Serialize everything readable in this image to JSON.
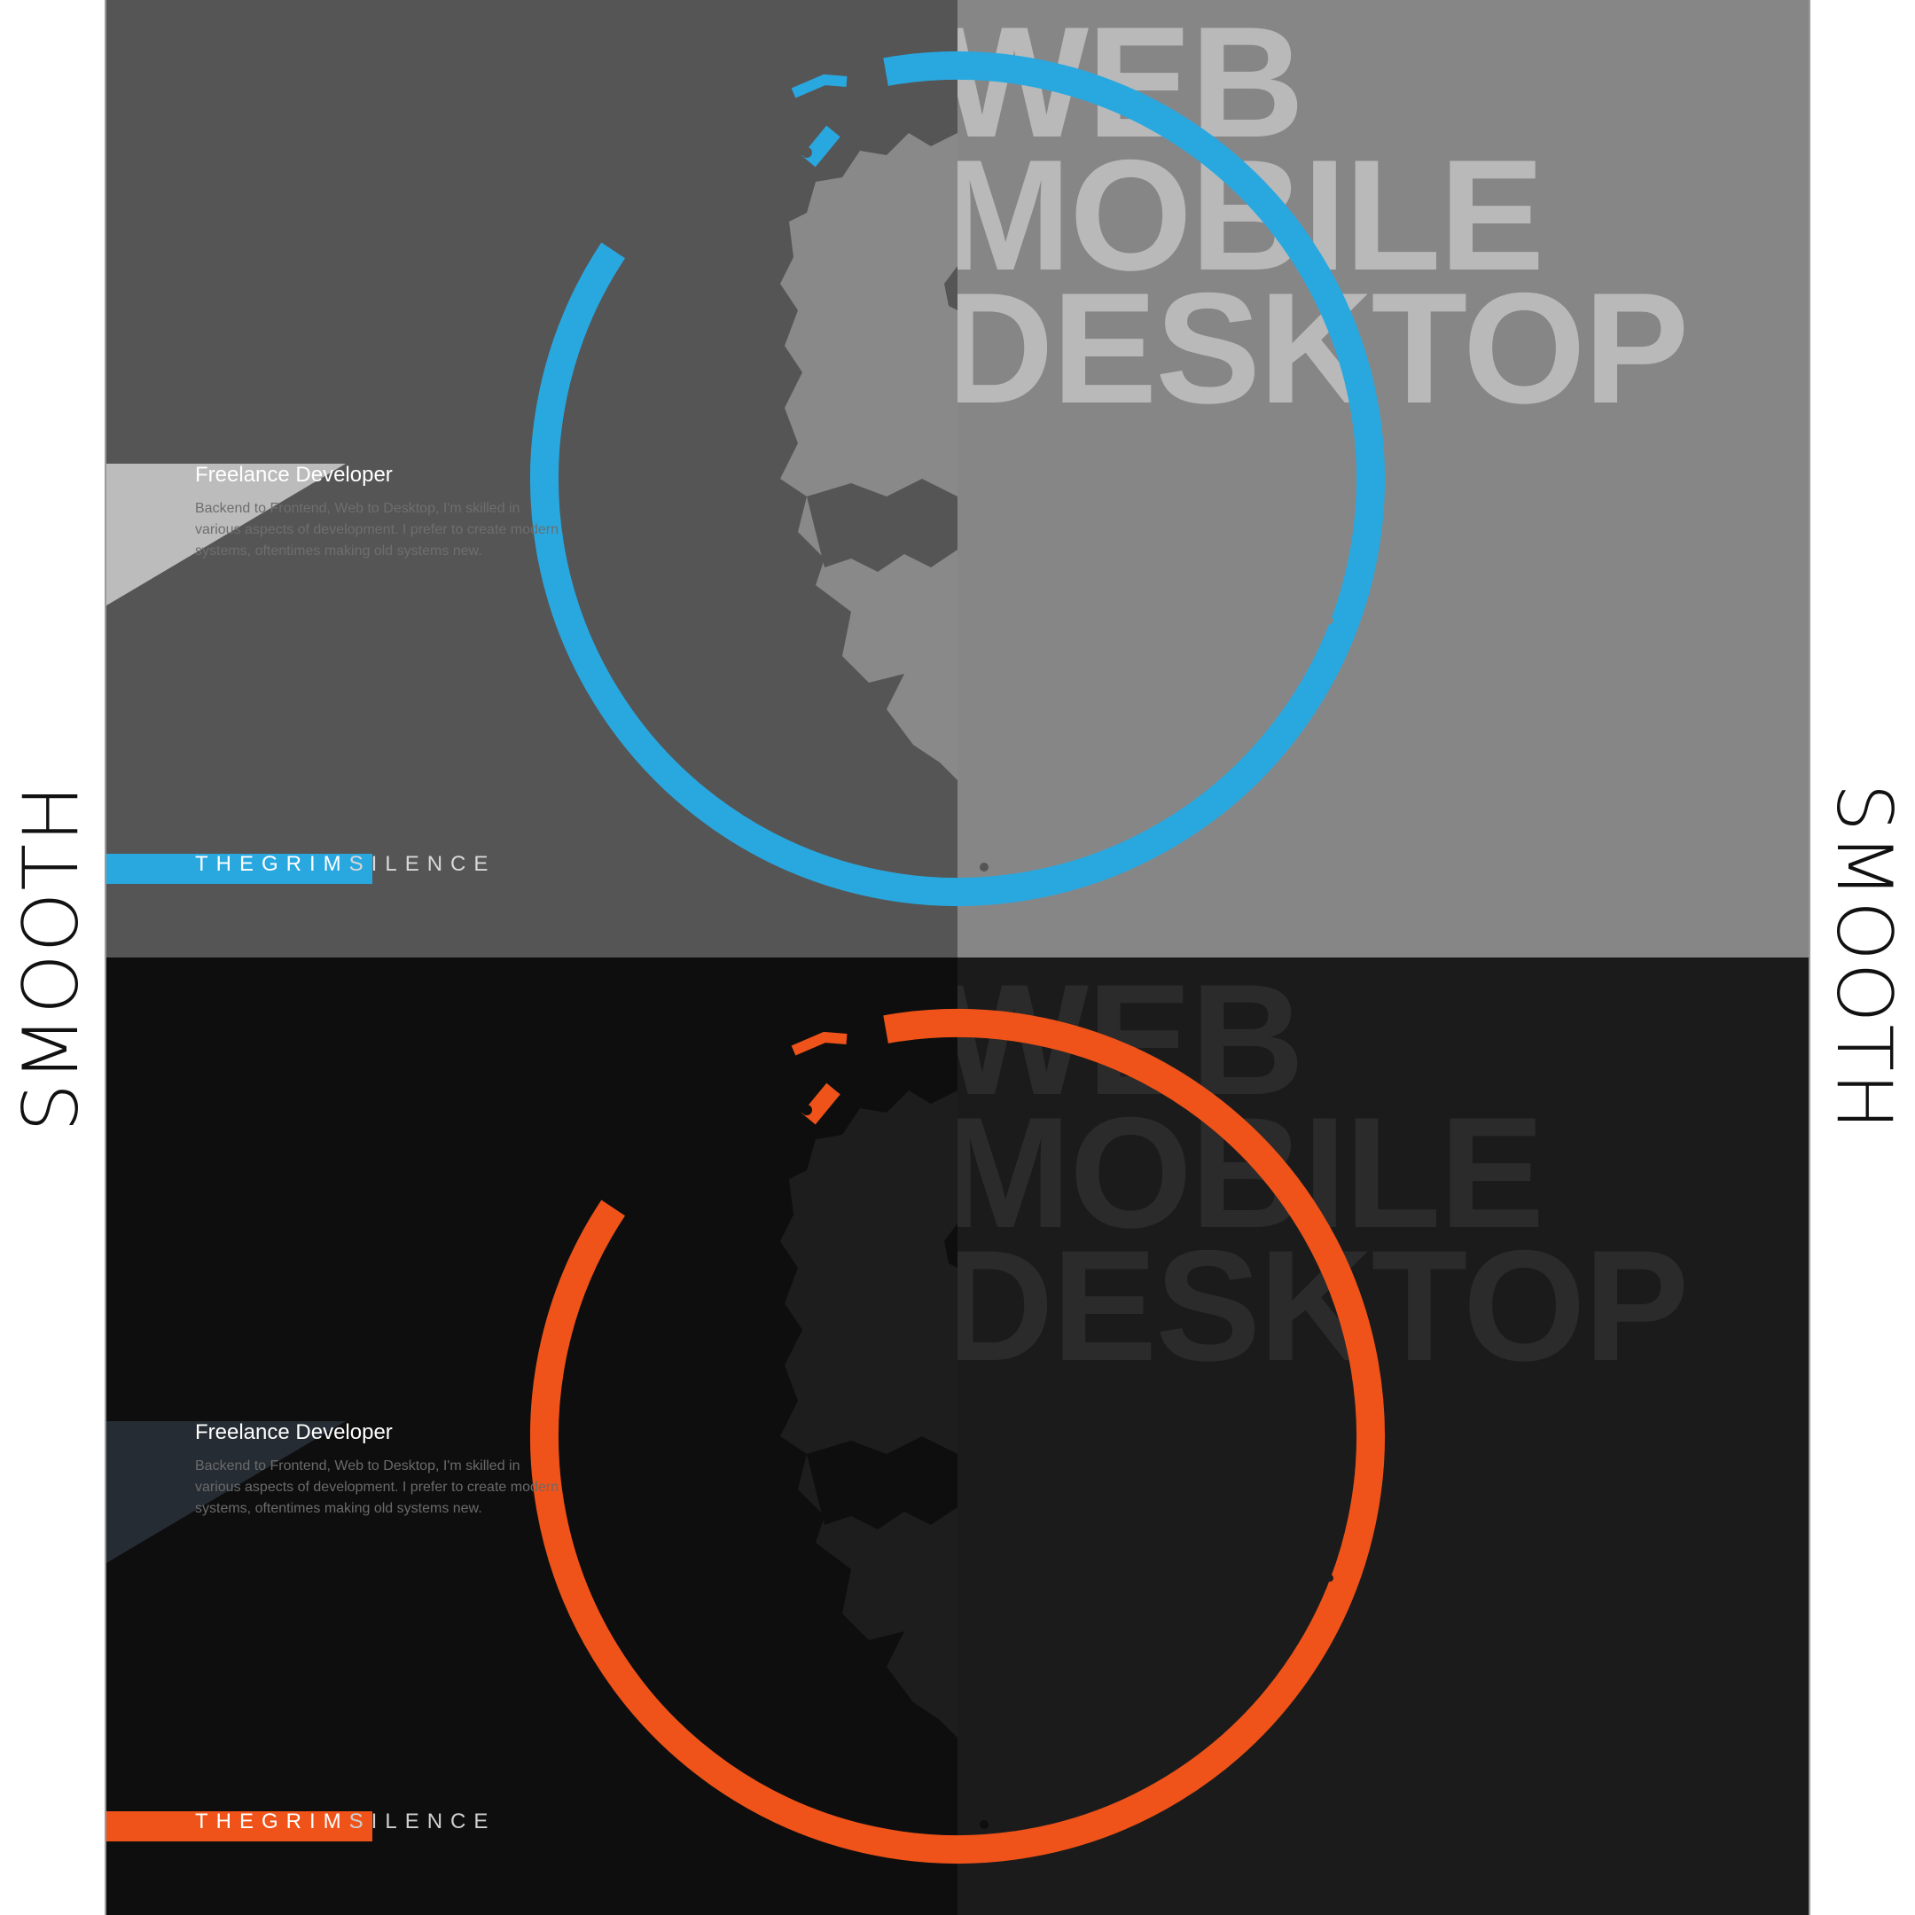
{
  "side_label": "SMOOTH",
  "panels": [
    {
      "variant": "light",
      "headline": [
        "WEB",
        "MOBILE",
        "DESKTOP"
      ],
      "role": "Freelance Developer",
      "description": "Backend to Frontend, Web to Desktop, I'm skilled in various aspects of development. I prefer to create modern systems, oftentimes making old systems new.",
      "brand_part1": "THEGRIM",
      "brand_part2": "SILENCE",
      "colors": {
        "accent": "#29a8e0",
        "left_bg": "#555555",
        "right_bg": "#868686",
        "headline": "#b9b9b9",
        "triangle": "#bcbcbc",
        "description": "#6e6e6e",
        "face": "#898989"
      }
    },
    {
      "variant": "dark",
      "headline": [
        "WEB",
        "MOBILE",
        "DESKTOP"
      ],
      "role": "Freelance Developer",
      "description": "Backend to Frontend, Web to Desktop, I'm skilled in various aspects of development. I prefer to create modern systems, oftentimes making old systems new.",
      "brand_part1": "THEGRIM",
      "brand_part2": "SILENCE",
      "colors": {
        "accent": "#ef5319",
        "left_bg": "#0e0e0f",
        "right_bg": "#1b1b1c",
        "headline": "#2b2b2b",
        "triangle": "#262c33",
        "description": "#6a6a6a",
        "face": "#1d1d1e"
      }
    }
  ]
}
